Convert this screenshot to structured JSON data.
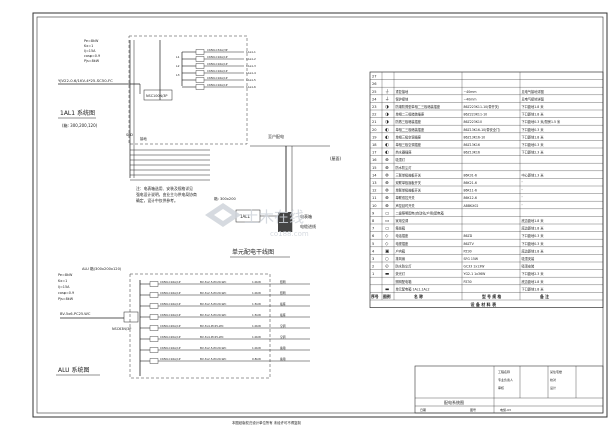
{
  "left_diagram": {
    "params": [
      "Pe=8kW",
      "Kx=1",
      "Ij=15A",
      "cosφ=0.9",
      "Pjs=8kW"
    ],
    "incoming_cable": "YJV22-0.6/1KV-4*25-SC50-FC",
    "panel_1al1_title": "1AL1 系统图",
    "panel_1al1_dim": "(箱: 300,200,120)",
    "breaker_main": "NSC100N/3P",
    "spd_label": "SPD",
    "ground_label": "接地",
    "note_lines": [
      "注：电表箱选用、安装及规格详见",
      "强电设计说明，由业主与供电局协商",
      "确定，设计中仅供参考。"
    ],
    "feeder_circuits": [
      {
        "breaker": "C65N-C32A/3P",
        "cable": "BV-3x6-PC25-WC",
        "label": "1AL1-1"
      },
      {
        "breaker": "C65N-C16A/1P",
        "cable": "BV-3x2.5-PC20-WC",
        "label": "1AL1-2"
      },
      {
        "breaker": "C65N-C16A/1P",
        "cable": "BV-3x2.5-PC20-WC",
        "label": "1AL1-3"
      },
      {
        "breaker": "C65N-C16A/1P",
        "cable": "BV-3x2.5-PC20-WC",
        "label": "1AL1-4"
      },
      {
        "breaker": "C65N-C16A/1P",
        "cable": "BV-3x2.5-PC20-WC",
        "label": "1AL1-5"
      },
      {
        "breaker": "C65N-C16A/1P",
        "cable": "BV-3x2.5-PC20-WC",
        "label": "1AL1-6"
      }
    ],
    "outer_labels": [
      "L1",
      "L2",
      "L3"
    ],
    "riser_title": "单元配电干线图",
    "riser_labels": {
      "roof": "(屋面)",
      "floor": "至户配电",
      "meter": "电表箱",
      "incoming": "电缆进线",
      "top_dim": "箱: 300x200",
      "box": "1AL1"
    },
    "alu_title": "ALU 系统图",
    "alu_params": [
      "Pe=8kW",
      "Kx=1",
      "Ij=15A",
      "cosφ=0.9",
      "Pjs=8kW"
    ],
    "alu_incoming": "BV-5x6-PC25-WC",
    "alu_top": "ALU 箱(300x200x120)",
    "alu_main": "NSC63N/3P",
    "alu_circuits": [
      {
        "breaker": "C65N-C16A/1P",
        "cable": "BV-3x2.5-PC20-WC",
        "load": "1.0kW",
        "use": "照明"
      },
      {
        "breaker": "C65N-C16A/1P",
        "cable": "BV-3x2.5-PC20-WC",
        "load": "1.0kW",
        "use": "照明"
      },
      {
        "breaker": "C65N-C16A/1P",
        "cable": "BV-3x2.5-PC20-WC",
        "load": "1.5kW",
        "use": "插座"
      },
      {
        "breaker": "C65N-C16A/1P",
        "cable": "BV-3x2.5-PC20-WC",
        "load": "1.5kW",
        "use": "插座"
      },
      {
        "breaker": "C65N-C20A/1P",
        "cable": "BV-3x4-PC25-WC",
        "load": "1.0kW",
        "use": "空调"
      },
      {
        "breaker": "C65N-C20A/1P",
        "cable": "BV-3x4-PC25-WC",
        "load": "1.0kW",
        "use": "空调"
      },
      {
        "breaker": "C65N-C16A/1P",
        "cable": "BV-3x2.5-PC20-WC",
        "load": "1.0kW",
        "use": "备用"
      },
      {
        "breaker": "C65N-C16A/1P",
        "cable": "BV-3x2.5-PC20-WC",
        "load": "0.8kW",
        "use": "备用"
      }
    ]
  },
  "legend_table": {
    "rows": [
      {
        "no": "27",
        "sym": "",
        "name": "",
        "spec": "",
        "note": ""
      },
      {
        "no": "26",
        "sym": "",
        "name": "",
        "spec": "",
        "note": ""
      },
      {
        "no": "25",
        "sym": "⏚",
        "name": "重复接地",
        "spec": "~40mm",
        "note": "见电气接地详图"
      },
      {
        "no": "24",
        "sym": "⏚",
        "name": "保护接地",
        "spec": "~40mm",
        "note": "见电气接地详图"
      },
      {
        "no": "23",
        "sym": "◑",
        "name": "防潮防溅型单相二三极暗装插座",
        "spec": "86Z223K11-10(带开关)",
        "note": "下口距地1.8 米"
      },
      {
        "no": "22",
        "sym": "◑",
        "name": "单相二三极暗装插座",
        "spec": "86Z223K11-10",
        "note": "下口距地1.8 米"
      },
      {
        "no": "21",
        "sym": "◑",
        "name": "防溅三极暗装插座",
        "spec": "86Z223K10",
        "note": "下口距地0.3 米/厨房1.5 米"
      },
      {
        "no": "20",
        "sym": "◐",
        "name": "单相二三极暗装插座",
        "spec": "86Z13K16-10(带安全门)",
        "note": "下口距地0.3 米"
      },
      {
        "no": "19",
        "sym": "◐",
        "name": "单相三极空调插座",
        "spec": "86Z13K16-10",
        "note": "下口距地1.8 米"
      },
      {
        "no": "18",
        "sym": "◐",
        "name": "单相三极空调插座",
        "spec": "86Z13K16",
        "note": "下口距地0.3 米"
      },
      {
        "no": "17",
        "sym": "◐",
        "name": "热水器插座",
        "spec": "86Z13K16",
        "note": "下口距地2.3 米"
      },
      {
        "no": "16",
        "sym": "⊗",
        "name": "吸顶灯",
        "spec": "",
        "note": ""
      },
      {
        "no": "15",
        "sym": "⊗",
        "name": "防水防尘灯",
        "spec": "",
        "note": ""
      },
      {
        "no": "14",
        "sym": "⊗",
        "name": "三联单极翘板开关",
        "spec": "86K31-6",
        "note": "中心距地1.3 米"
      },
      {
        "no": "13",
        "sym": "⊗",
        "name": "双联单极翘板开关",
        "spec": "86K21-6",
        "note": "″"
      },
      {
        "no": "12",
        "sym": "⊗",
        "name": "单联单极翘板开关",
        "spec": "86K11-6",
        "note": "″"
      },
      {
        "no": "11",
        "sym": "⊗",
        "name": "单联双控开关",
        "spec": "86K12-6",
        "note": "″"
      },
      {
        "no": "10",
        "sym": "⊗",
        "name": "声控延时开关",
        "spec": "ABBKX02",
        "note": "″"
      },
      {
        "no": "9",
        "sym": "▭",
        "name": "二级照明配电(自动化/户用)配电箱",
        "spec": "",
        "note": ""
      },
      {
        "no": "8",
        "sym": "▭",
        "name": "家用空调",
        "spec": "",
        "note": "底边距地1.8 米"
      },
      {
        "no": "7",
        "sym": "▭",
        "name": "集线箱",
        "spec": "",
        "note": "底边距地1.8 米"
      },
      {
        "no": "6",
        "sym": "◇",
        "name": "电话插座",
        "spec": "86ZD",
        "note": "下口距地0.3 米"
      },
      {
        "no": "5",
        "sym": "◇",
        "name": "电视插座",
        "spec": "86ZTV",
        "note": "下口距地0.3 米"
      },
      {
        "no": "4",
        "sym": "▣",
        "name": "户内箱",
        "spec": "PZ30",
        "note": "底边距地1.8 米"
      },
      {
        "no": "3",
        "sym": "○",
        "name": "排风扇",
        "spec": "SFG 15W",
        "note": "吸顶安装"
      },
      {
        "no": "2",
        "sym": "⊙",
        "name": "防水防尘灯",
        "spec": "GC33 1x13W",
        "note": "吸顶安装"
      },
      {
        "no": "1",
        "sym": "▬",
        "name": "荧光灯",
        "spec": "YG2-1 1x36W",
        "note": "下口距地2.3 米"
      },
      {
        "no": "",
        "sym": "",
        "name": "照明配电箱",
        "spec": "PZ30",
        "note": "底边距地1.8 米"
      },
      {
        "no": "",
        "sym": "▬",
        "name": "单元配电箱 1AL1,1AL2",
        "spec": "",
        "note": "下口距地1.8 米"
      }
    ],
    "header": {
      "no": "序号",
      "sym": "图例",
      "name": "名 称",
      "spec": "型 号 规 格",
      "note": "备 注"
    },
    "footer": "设 备 材 料 表"
  },
  "title_block": {
    "top_right": [
      "工程名称",
      "某住宅楼",
      "专业负责人",
      "校对",
      "审核",
      "设计"
    ],
    "sheet_title": "配电系统图",
    "date_label": "日期",
    "sheet_label": "图号",
    "sheet_no": "电施-03"
  },
  "bottom_caption": "本图纸版权归设计单位所有 未经许可不得复制",
  "watermark": {
    "cn": "土木在线",
    "en": "co188.com"
  }
}
